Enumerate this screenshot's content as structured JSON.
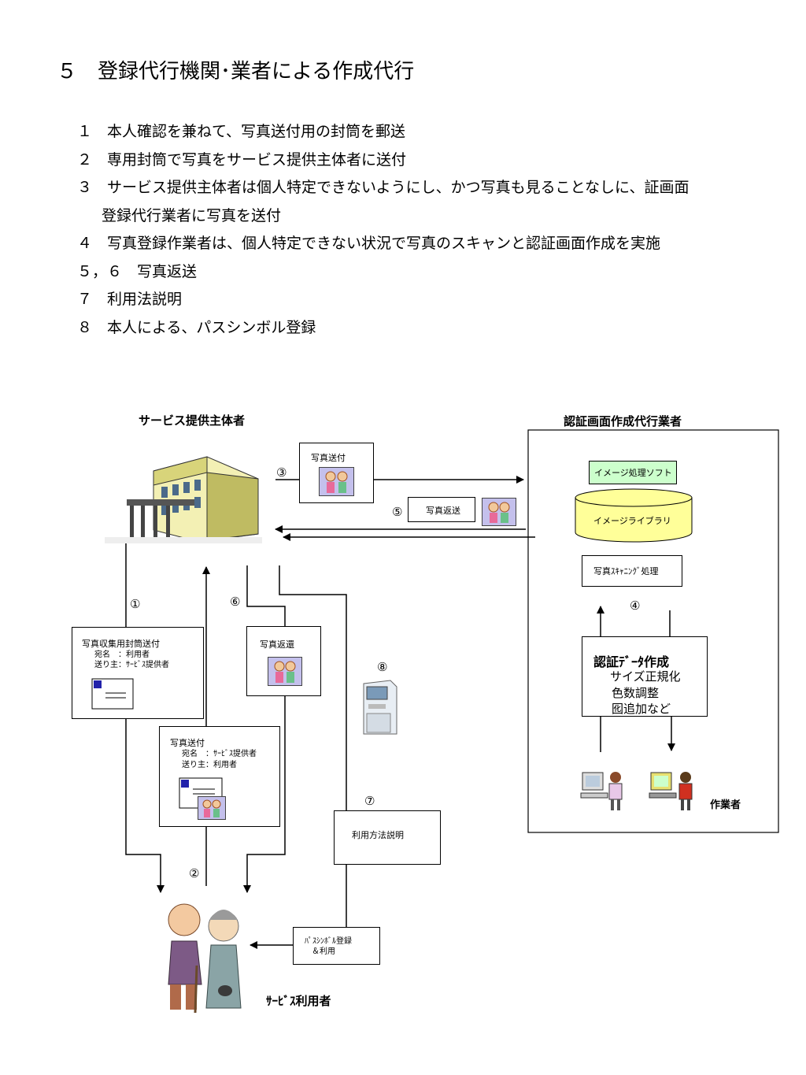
{
  "title": "５　登録代行機関･業者による作成代行",
  "steps": [
    "１　本人確認を兼ねて、写真送付用の封筒を郵送",
    "２　専用封筒で写真をサービス提供主体者に送付",
    "３　サービス提供主体者は個人特定できないようにし、かつ写真も見ることなしに、証画面",
    "登録代行業者に写真を送付",
    "４　写真登録作業者は、個人特定できない状況で写真のスキャンと認証画面作成を実施",
    "５，６　写真返送",
    "７　利用法説明",
    "８　本人による、パスシンボル登録"
  ],
  "diagram": {
    "provider_label": "サービス提供主体者",
    "agent_label": "認証画面作成代行業者",
    "user_label": "ｻｰﾋﾞｽ利用者",
    "worker_label": "作業者",
    "markers": {
      "m1": "①",
      "m2": "②",
      "m3": "③",
      "m4": "④",
      "m5": "⑤",
      "m6": "⑥",
      "m7": "⑦",
      "m8": "⑧"
    },
    "photo_send_top": "写真送付",
    "photo_return_top": "写真返送",
    "envelope_box": {
      "title": "写真収集用封筒送付",
      "line1": "宛名　：利用者",
      "line2": "送り主：ｻｰﾋﾞｽ提供者"
    },
    "photo_send_box": {
      "title": "写真送付",
      "line1": "宛名　：ｻｰﾋﾞｽ提供者",
      "line2": "送り主：利用者"
    },
    "photo_return_box": "写真返還",
    "usage_box": "利用方法説明",
    "pass_box": {
      "line1": "ﾊﾟｽｼﾝﾎﾞﾙ登録",
      "line2": "＆利用"
    },
    "image_software": "イメージ処理ソフト",
    "image_library": "イメージライブラリ",
    "scanning": "写真ｽｷｬﾆﾝｸﾞ処理",
    "auth_data": {
      "title": "認証ﾃﾞｰﾀ作成",
      "line1": "サイズ正規化",
      "line2": "色数調整",
      "line3": "囮追加など"
    },
    "colors": {
      "photo_bg": "#c4c0ec",
      "software_bg": "#ccffcc",
      "library_bg": "#ffff99",
      "envelope_stamp": "#2222aa"
    }
  }
}
